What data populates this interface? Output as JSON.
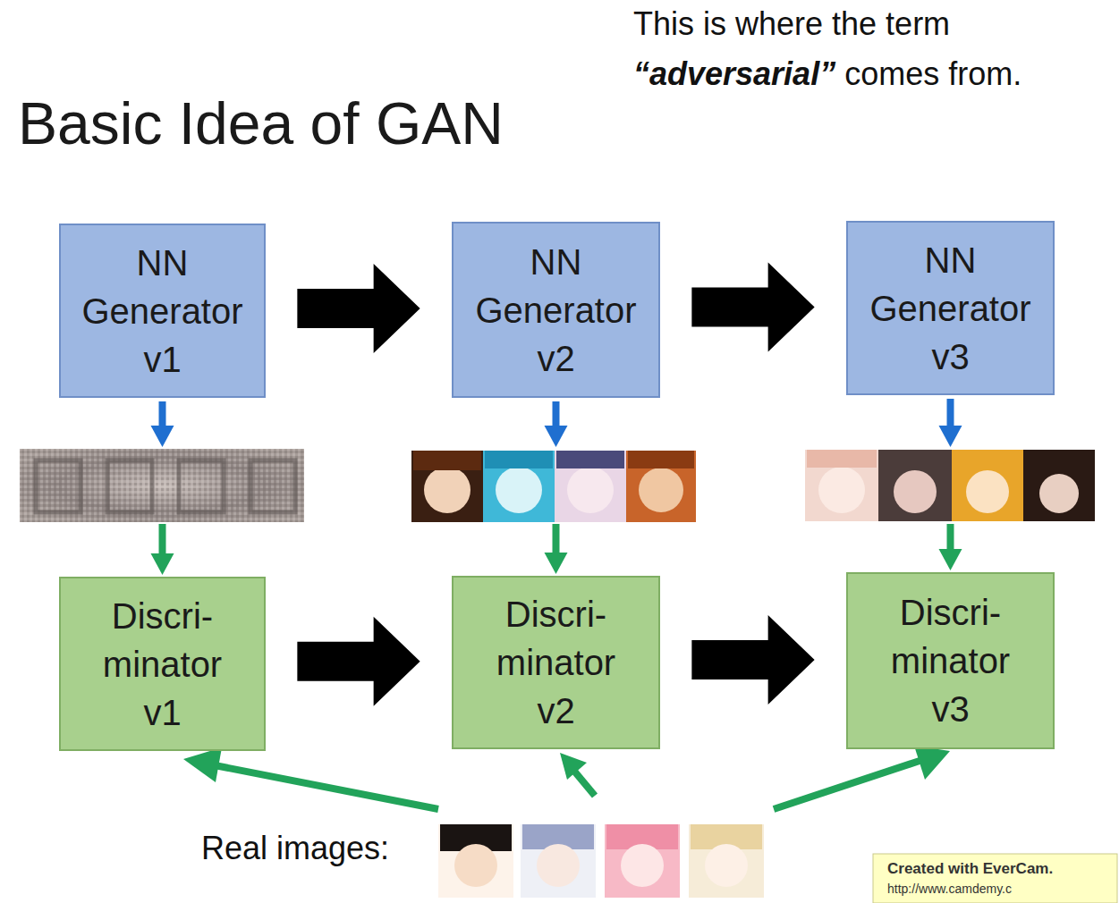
{
  "diagram": {
    "title": "Basic Idea of GAN",
    "nodes": [
      {
        "text": [
          "NN Generator v1"
        ]
      },
      {
        "text": [
          "NN Generator v2"
        ]
      },
      {
        "text": [
          "NN Generator v3"
        ]
      },
      {
        "text": [
          "Discri- minator v1"
        ]
      },
      {
        "text": [
          "Discri- minator v2"
        ]
      },
      {
        "text": [
          "Discri- minator v3"
        ]
      }
    ],
    "edges": [
      {
        "from": 0,
        "to": 1,
        "arrow": "to"
      },
      {
        "from": 1,
        "to": 2,
        "arrow": "to"
      },
      {
        "from": 3,
        "to": 4,
        "arrow": "to"
      },
      {
        "from": 4,
        "to": 5,
        "arrow": "to"
      },
      {
        "from": 0,
        "to": 3,
        "arrow": "to"
      },
      {
        "from": 1,
        "to": 4,
        "arrow": "to"
      },
      {
        "from": 2,
        "to": 5,
        "arrow": "to"
      }
    ],
    "labels": [
      "This is where the term",
      "“adversarial”",
      "comes from.",
      "Real images:",
      "Created with EverCam.",
      "http://www.camdemy.c"
    ]
  }
}
